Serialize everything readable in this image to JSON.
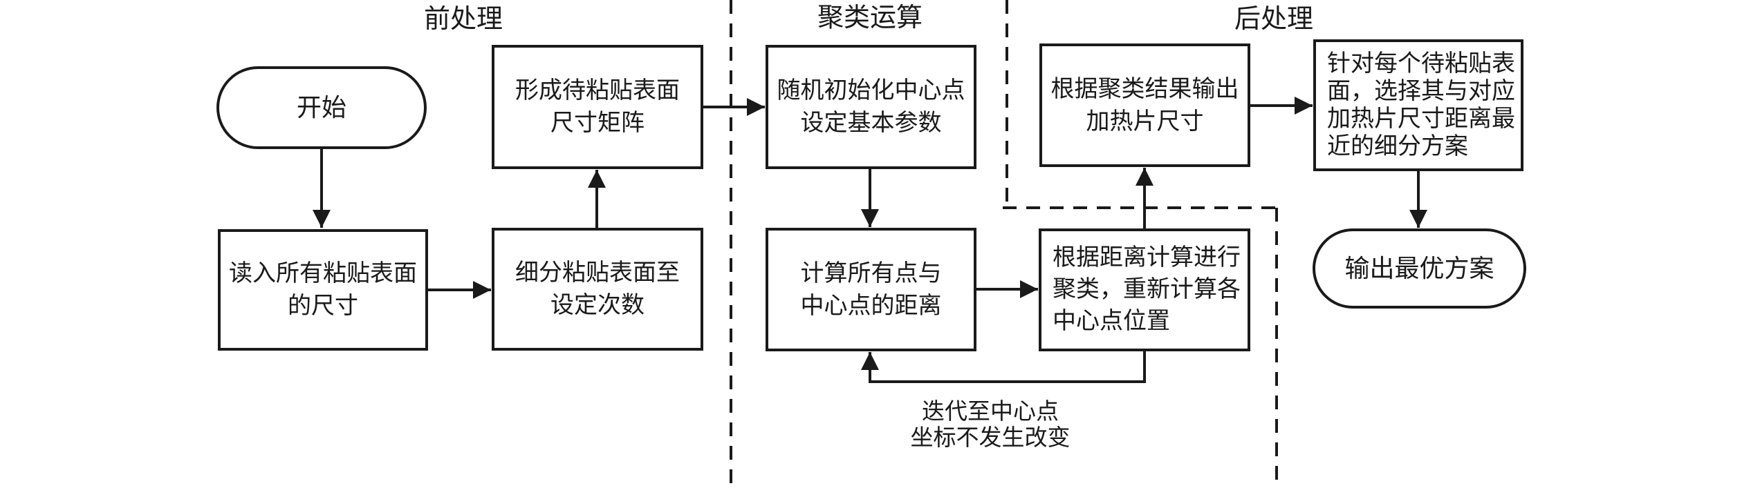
{
  "colors": {
    "ink": "#1a1a1a",
    "background": "#ffffff"
  },
  "sections": {
    "pre": "前处理",
    "cluster": "聚类运算",
    "post": "后处理"
  },
  "nodes": {
    "start": "开始",
    "read_sizes": "读入所有粘贴表面\n的尺寸",
    "form_matrix": "形成待粘贴表面\n尺寸矩阵",
    "subdivide": "细分粘贴表面至\n设定次数",
    "init_centers": "随机初始化中心点\n设定基本参数",
    "calc_distance": "计算所有点与\n中心点的距离",
    "recluster": "根据距离计算进行\n聚类，重新计算各\n中心点位置",
    "output_heater_size": "根据聚类结果输出\n加热片尺寸",
    "select_scheme": "针对每个待粘贴表\n面，选择其与对应\n加热片尺寸距离最\n近的细分方案",
    "output_best": "输出最优方案"
  },
  "annotations": {
    "iterate_note": "迭代至中心点\n坐标不发生改变"
  }
}
